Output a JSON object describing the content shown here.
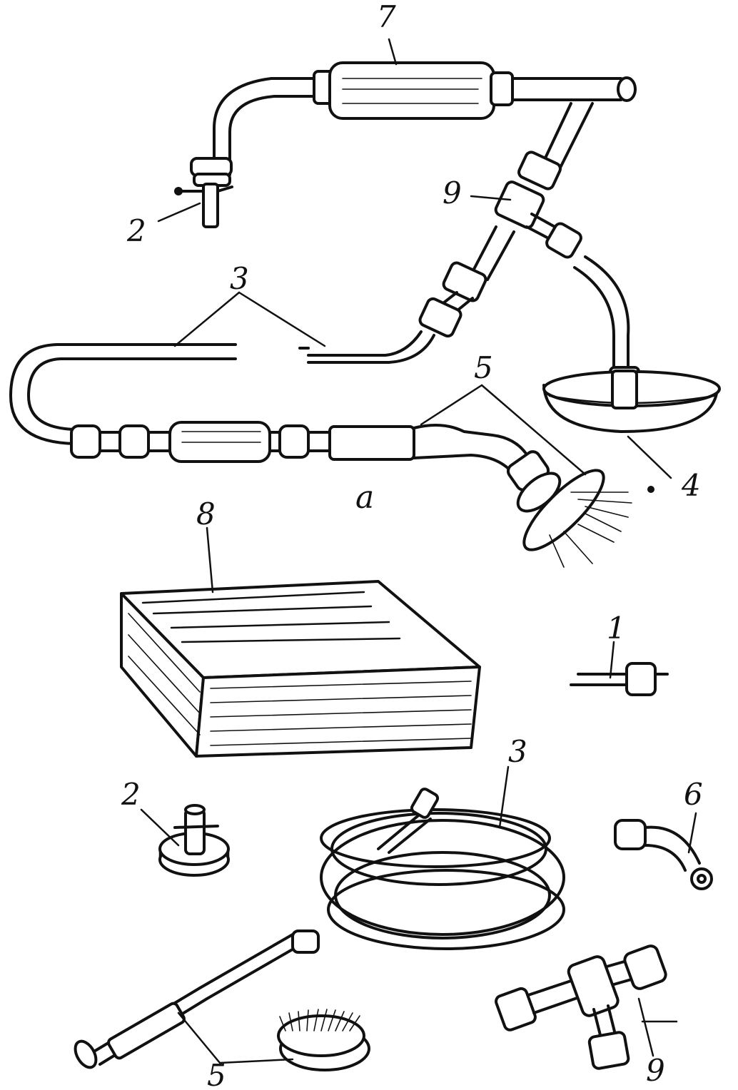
{
  "labels": {
    "top_7": "7",
    "top_2": "2",
    "top_9": "9",
    "top_3": "3",
    "top_5": "5",
    "top_4": "4",
    "sub_a": "a",
    "box_8": "8",
    "nozzle_1": "1",
    "base_2": "2",
    "coil_3": "3",
    "elbow_6": "6",
    "brush_5": "5",
    "tee_9": "9"
  }
}
